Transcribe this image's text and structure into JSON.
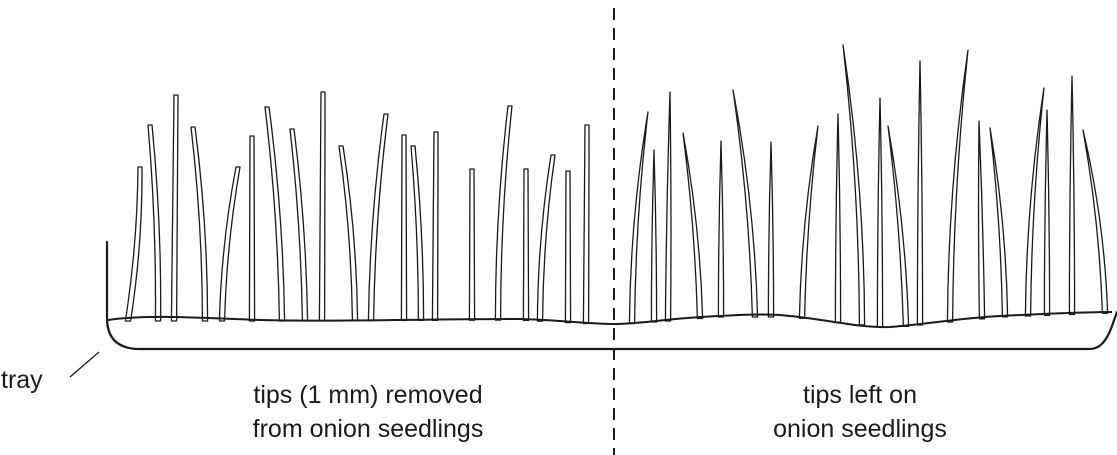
{
  "labels": {
    "tray": "tray",
    "left_line1": "tips (1 mm) removed",
    "left_line2": "from onion seedlings",
    "right_line1": "tips left on",
    "right_line2": "onion seedlings"
  },
  "seedlings": {
    "left_group": "tips removed",
    "right_group": "tips left on"
  }
}
